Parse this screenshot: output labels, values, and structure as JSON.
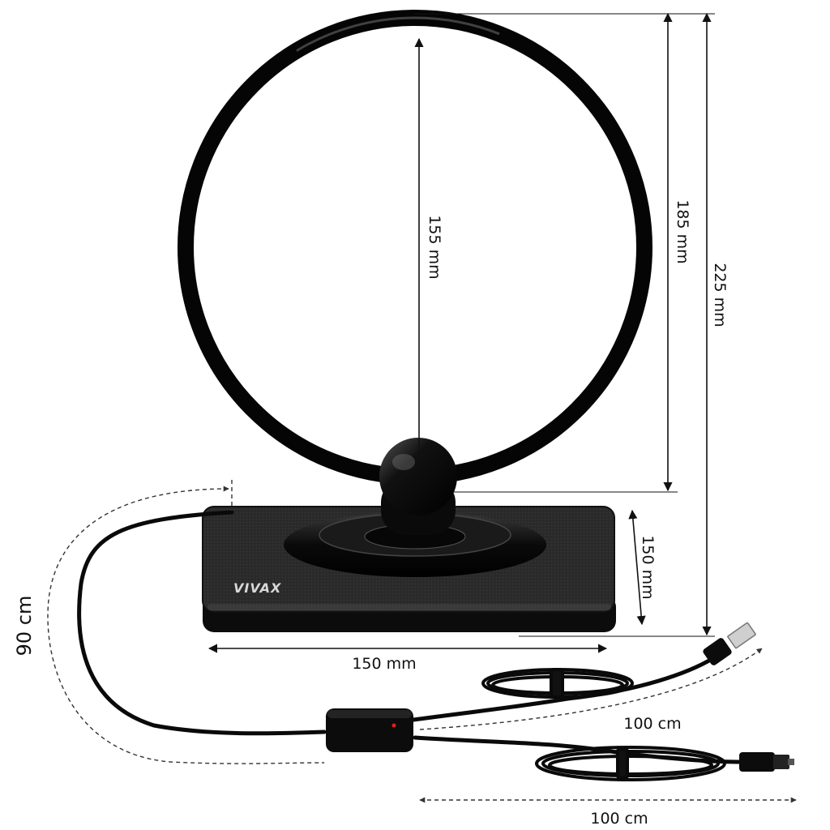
{
  "product": {
    "brand": "VIVAX",
    "colors": {
      "plastic": "#0b0b0b",
      "felt": "#2b2b2b",
      "led": "#e0201c"
    }
  },
  "dimensions": {
    "loop_inner": "155 mm",
    "loop_outer": "185 mm",
    "total_height": "225 mm",
    "base_depth": "150 mm",
    "base_width": "150 mm",
    "cable_to_amplifier": "90 cm",
    "usb_cable": "100 cm",
    "coax_cable": "100 cm"
  }
}
